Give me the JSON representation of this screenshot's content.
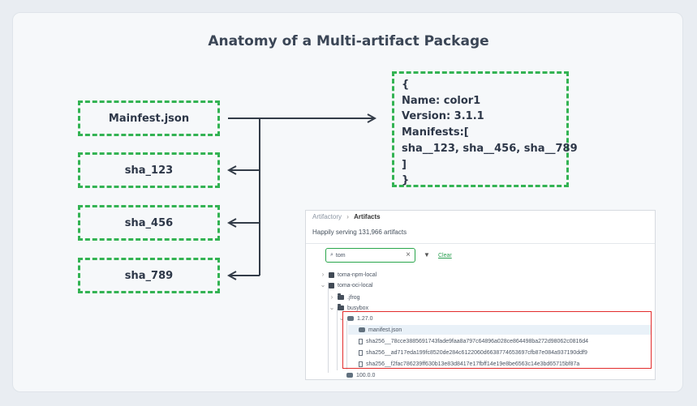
{
  "diagram": {
    "title": "Anatomy of a Multi-artifact Package",
    "boxes": {
      "manifest": "Mainfest.json",
      "sha_123": "sha_123",
      "sha_456": "sha_456",
      "sha_789": "sha_789"
    },
    "json_block": "{\nName: color1\nVersion: 3.1.1\nManifests:[\nsha__123, sha__456, sha__789\n]\n}",
    "colors": {
      "dash_green": "#33b353",
      "line_dark": "#333c48",
      "highlight_red": "#e22b2b"
    }
  },
  "artifactory": {
    "breadcrumb": {
      "root": "Artifactory",
      "separator": "›",
      "current": "Artifacts"
    },
    "summary": "Happily serving 131,966 artifacts",
    "search": {
      "value": "tom",
      "placeholder": "tom"
    },
    "clear_label": "Clear",
    "tree": [
      {
        "label": "toma-npm-local"
      },
      {
        "label": "toma-oci-local"
      },
      {
        "label": ".jfrog"
      },
      {
        "label": "busybox"
      },
      {
        "label": "1.27.0"
      },
      {
        "label": "manifest.json"
      },
      {
        "label": "sha256__78cce3885691743fade9faa8a797c64896a028ce864498ba272d98062c0816d4"
      },
      {
        "label": "sha256__ad717eda199fc8520de284c6122060d6638774653697cfb87e084a937190ddf9"
      },
      {
        "label": "sha256__f2fac786239ff630b13e83d8417e17fbff14e19e8be6563c14e3bd65715bf87a"
      },
      {
        "label": "100.0.0"
      }
    ]
  }
}
